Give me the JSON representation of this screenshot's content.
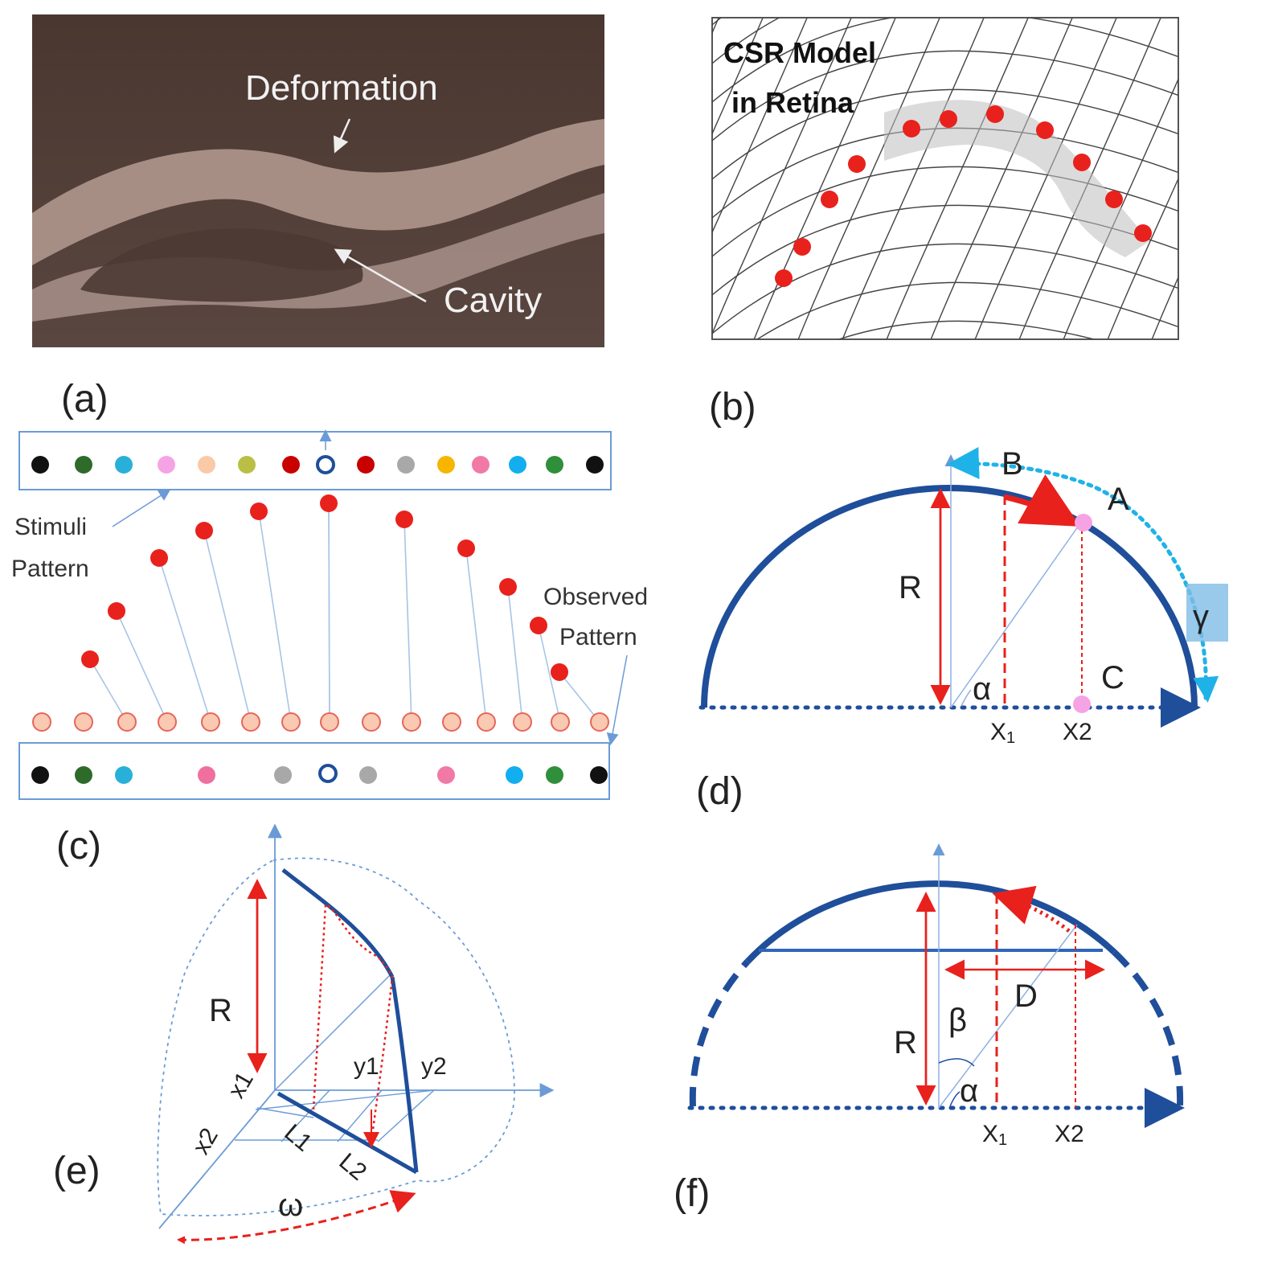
{
  "panels": {
    "a": {
      "label": "(a)",
      "annotations": {
        "deformation": "Deformation",
        "cavity": "Cavity"
      }
    },
    "b": {
      "label": "(b)",
      "title_line1": "CSR Model",
      "title_line2": "in  Retina"
    },
    "c": {
      "label": "(c)",
      "stimuli_line1": "Stimuli",
      "stimuli_line2": "Pattern",
      "observed_line1": "Observed",
      "observed_line2": "Pattern",
      "stimuli_colors": [
        "#111111",
        "#2e6b2a",
        "#29b0d8",
        "#f6a3e6",
        "#f9c9a8",
        "#b9bf44",
        "#c90000",
        "center",
        "#c90000",
        "#a8a8a8",
        "#f7b500",
        "#f07aa5",
        "#12aef0",
        "#2f8f3a",
        "#111111"
      ],
      "observed_colors": [
        "#111111",
        "#2e6b2a",
        "#29b0d8",
        "",
        "#f0709d",
        "",
        "#a8a8a8",
        "center",
        "#a8a8a8",
        "",
        "#f07aa5",
        "",
        "#12aef0",
        "#2f8f3a",
        "#111111"
      ]
    },
    "d": {
      "label": "(d)",
      "labels": {
        "A": "A",
        "B": "B",
        "C": "C",
        "R": "R",
        "alpha": "α",
        "gamma": "γ",
        "x1": "X",
        "x1_sub": "1",
        "x2": "X2"
      }
    },
    "e": {
      "label": "(e)",
      "labels": {
        "R": "R",
        "x1": "x1",
        "x2": "x2",
        "y1": "y1",
        "y2": "y2",
        "L1": "L1",
        "L2": "L2",
        "omega": "ω"
      }
    },
    "f": {
      "label": "(f)",
      "labels": {
        "R": "R",
        "beta": "β",
        "alpha": "α",
        "D": "D",
        "x1": "X",
        "x1_sub": "1",
        "x2": "X2"
      }
    }
  },
  "colors": {
    "navy": "#1f4e9a",
    "red": "#e8211d",
    "light_blue": "#7aa7d8",
    "cyan": "#1fb2e8",
    "pink": "#f6a3e6",
    "salmon": "#f9c9b2"
  }
}
